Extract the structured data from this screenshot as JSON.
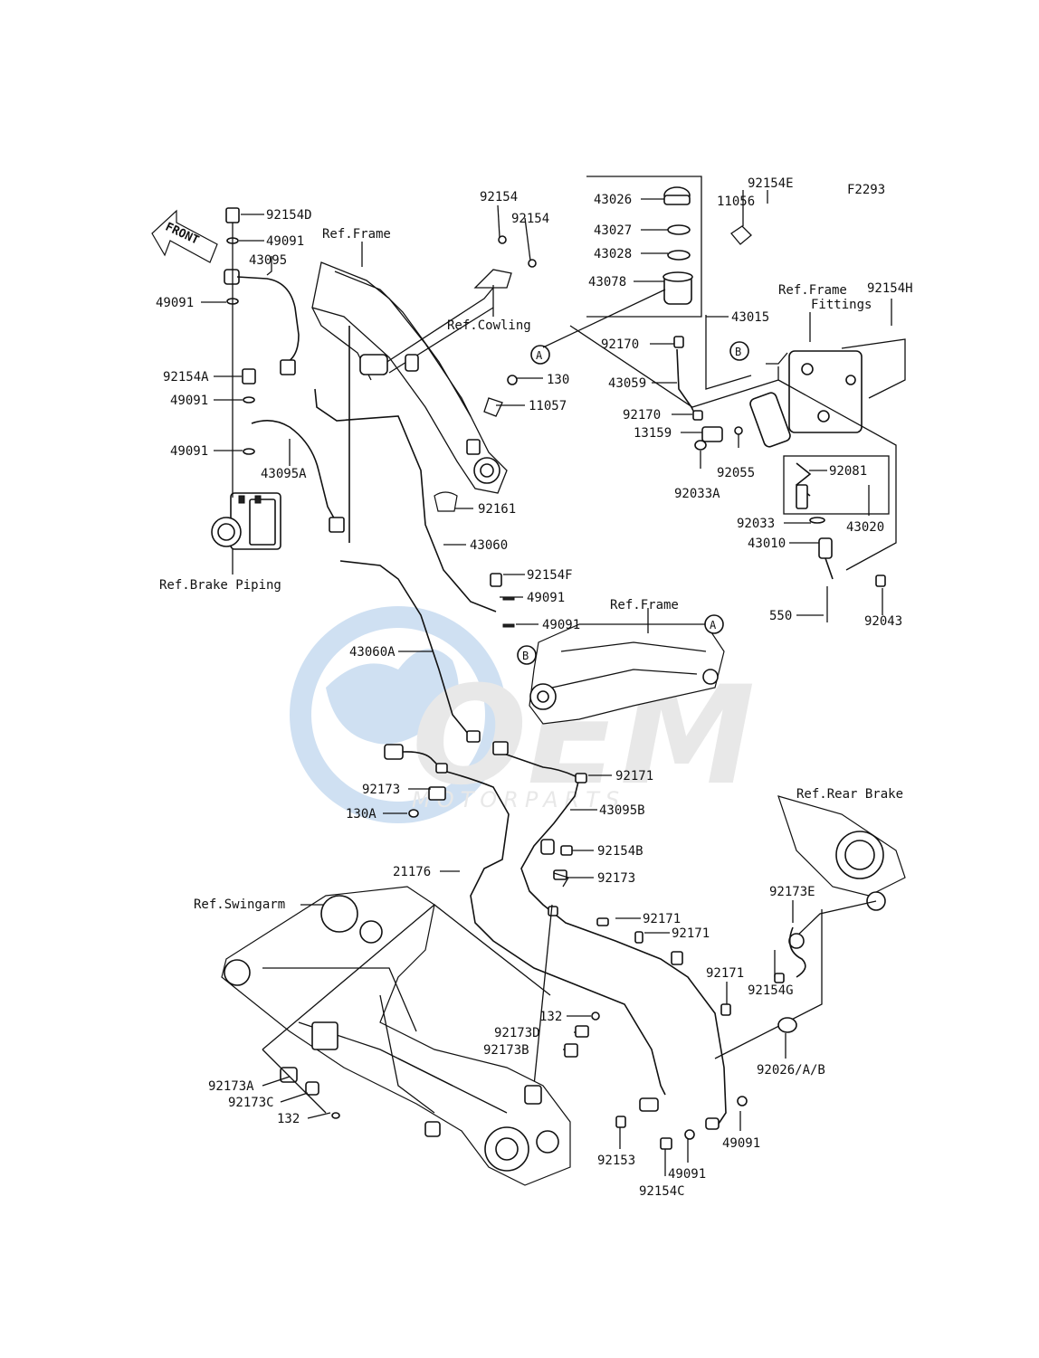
{
  "diagram_code": "F2293",
  "front_label": "FRONT",
  "watermark": {
    "brand": "OEM",
    "sub": "MOTORPARTS"
  },
  "callouts": {
    "a": "A",
    "b": "B"
  },
  "refs": {
    "frame_top": "Ref.Frame",
    "cowling": "Ref.Cowling",
    "brake_piping": "Ref.Brake Piping",
    "frame_fittings_1": "Ref.Frame",
    "frame_fittings_2": "Fittings",
    "frame_mid": "Ref.Frame",
    "rear_brake": "Ref.Rear Brake",
    "swingarm": "Ref.Swingarm"
  },
  "parts": {
    "p92154D": "92154D",
    "p49091_a": "49091",
    "p43095": "43095",
    "p49091_b": "49091",
    "p92154A": "92154A",
    "p49091_c": "49091",
    "p49091_d": "49091",
    "p43095A": "43095A",
    "p92154_a": "92154",
    "p92154_b": "92154",
    "p130": "130",
    "p11057": "11057",
    "p92161": "92161",
    "p43060": "43060",
    "p92154F": "92154F",
    "p49091_e": "49091",
    "p49091_f": "49091",
    "p43060A": "43060A",
    "p43026": "43026",
    "p43027": "43027",
    "p43028": "43028",
    "p43078": "43078",
    "p11056": "11056",
    "p92154E": "92154E",
    "p43015": "43015",
    "p92154H": "92154H",
    "p92170_a": "92170",
    "p43059": "43059",
    "p92170_b": "92170",
    "p13159": "13159",
    "p92033A": "92033A",
    "p92055": "92055",
    "p92081": "92081",
    "p92033": "92033",
    "p43020": "43020",
    "p43010": "43010",
    "p550": "550",
    "p92043": "92043",
    "p92173_a": "92173",
    "p130A": "130A",
    "p92171_a": "92171",
    "p43095B": "43095B",
    "p21176": "21176",
    "p92154B": "92154B",
    "p92173_b": "92173",
    "p92171_b": "92171",
    "p92171_c": "92171",
    "p92173E": "92173E",
    "p92154G": "92154G",
    "p92171_d": "92171",
    "p132_a": "132",
    "p92173D": "92173D",
    "p92173B": "92173B",
    "p92026": "92026/A/B",
    "p92173A": "92173A",
    "p92173C": "92173C",
    "p132_b": "132",
    "p92153": "92153",
    "p49091_g": "49091",
    "p49091_h": "49091",
    "p92154C": "92154C"
  }
}
